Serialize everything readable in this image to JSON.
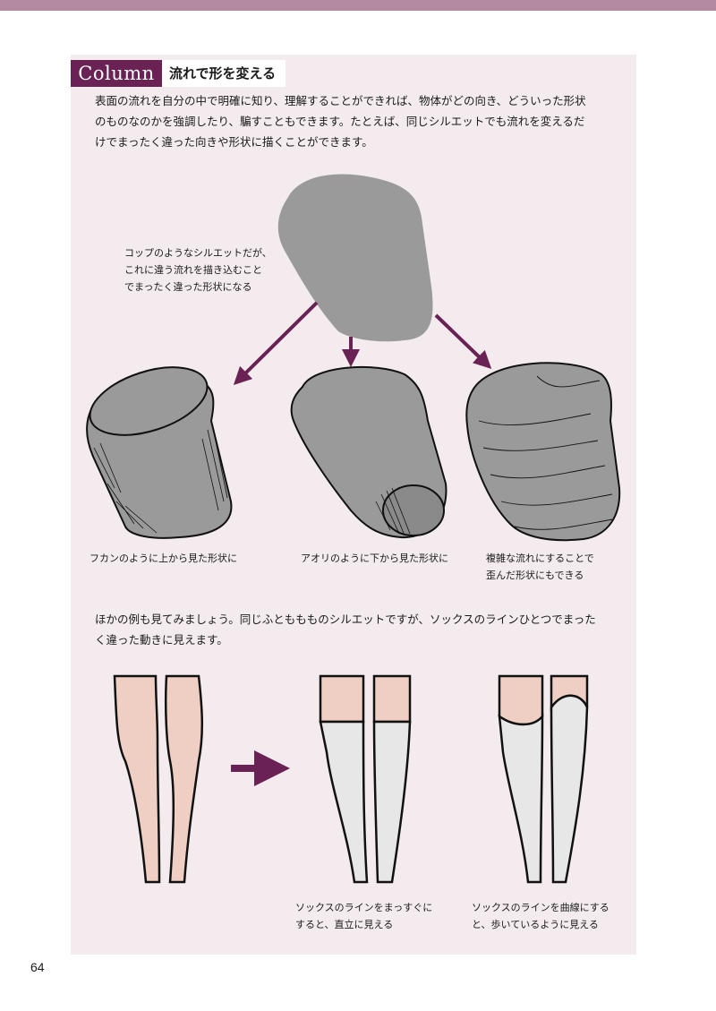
{
  "colors": {
    "accent": "#6a2154",
    "topbar": "#b48aa0",
    "panel_bg": "#f3ebed",
    "skin": "#efcfc4",
    "sock": "#e7e7e7",
    "shape": "#9a9a9a"
  },
  "column": {
    "badge": "Column",
    "title": "流れで形を変える"
  },
  "intro": {
    "lines": [
      "表面の流れを自分の中で明確に知り、理解することができれば、物体がどの向き、どういった形状",
      "のものなのかを強調したり、騙すこともできます。たとえば、同じシルエットでも流れを変えるだ",
      "けでまったく違った向きや形状に描くことができます。"
    ]
  },
  "cup_note": {
    "lines": [
      "コップのようなシルエットだが、",
      "これに違う流れを描き込むこと",
      "でまったく違った形状になる"
    ]
  },
  "captions": {
    "top_view": "フカンのように上から見た形状に",
    "bottom_view": "アオリのように下から見た形状に",
    "distorted": [
      "複雑な流れにすることで",
      "歪んだ形状にもできる"
    ]
  },
  "socks_intro": {
    "lines": [
      "ほかの例も見てみましょう。同じふとももものシルエットですが、ソックスのラインひとつでまった",
      "く違った動きに見えます。"
    ]
  },
  "socks_captions": {
    "straight": [
      "ソックスのラインをまっすぐに",
      "すると、直立に見える"
    ],
    "curved": [
      "ソックスのラインを曲線にする",
      "と、歩いているように見える"
    ]
  },
  "page_number": "64"
}
